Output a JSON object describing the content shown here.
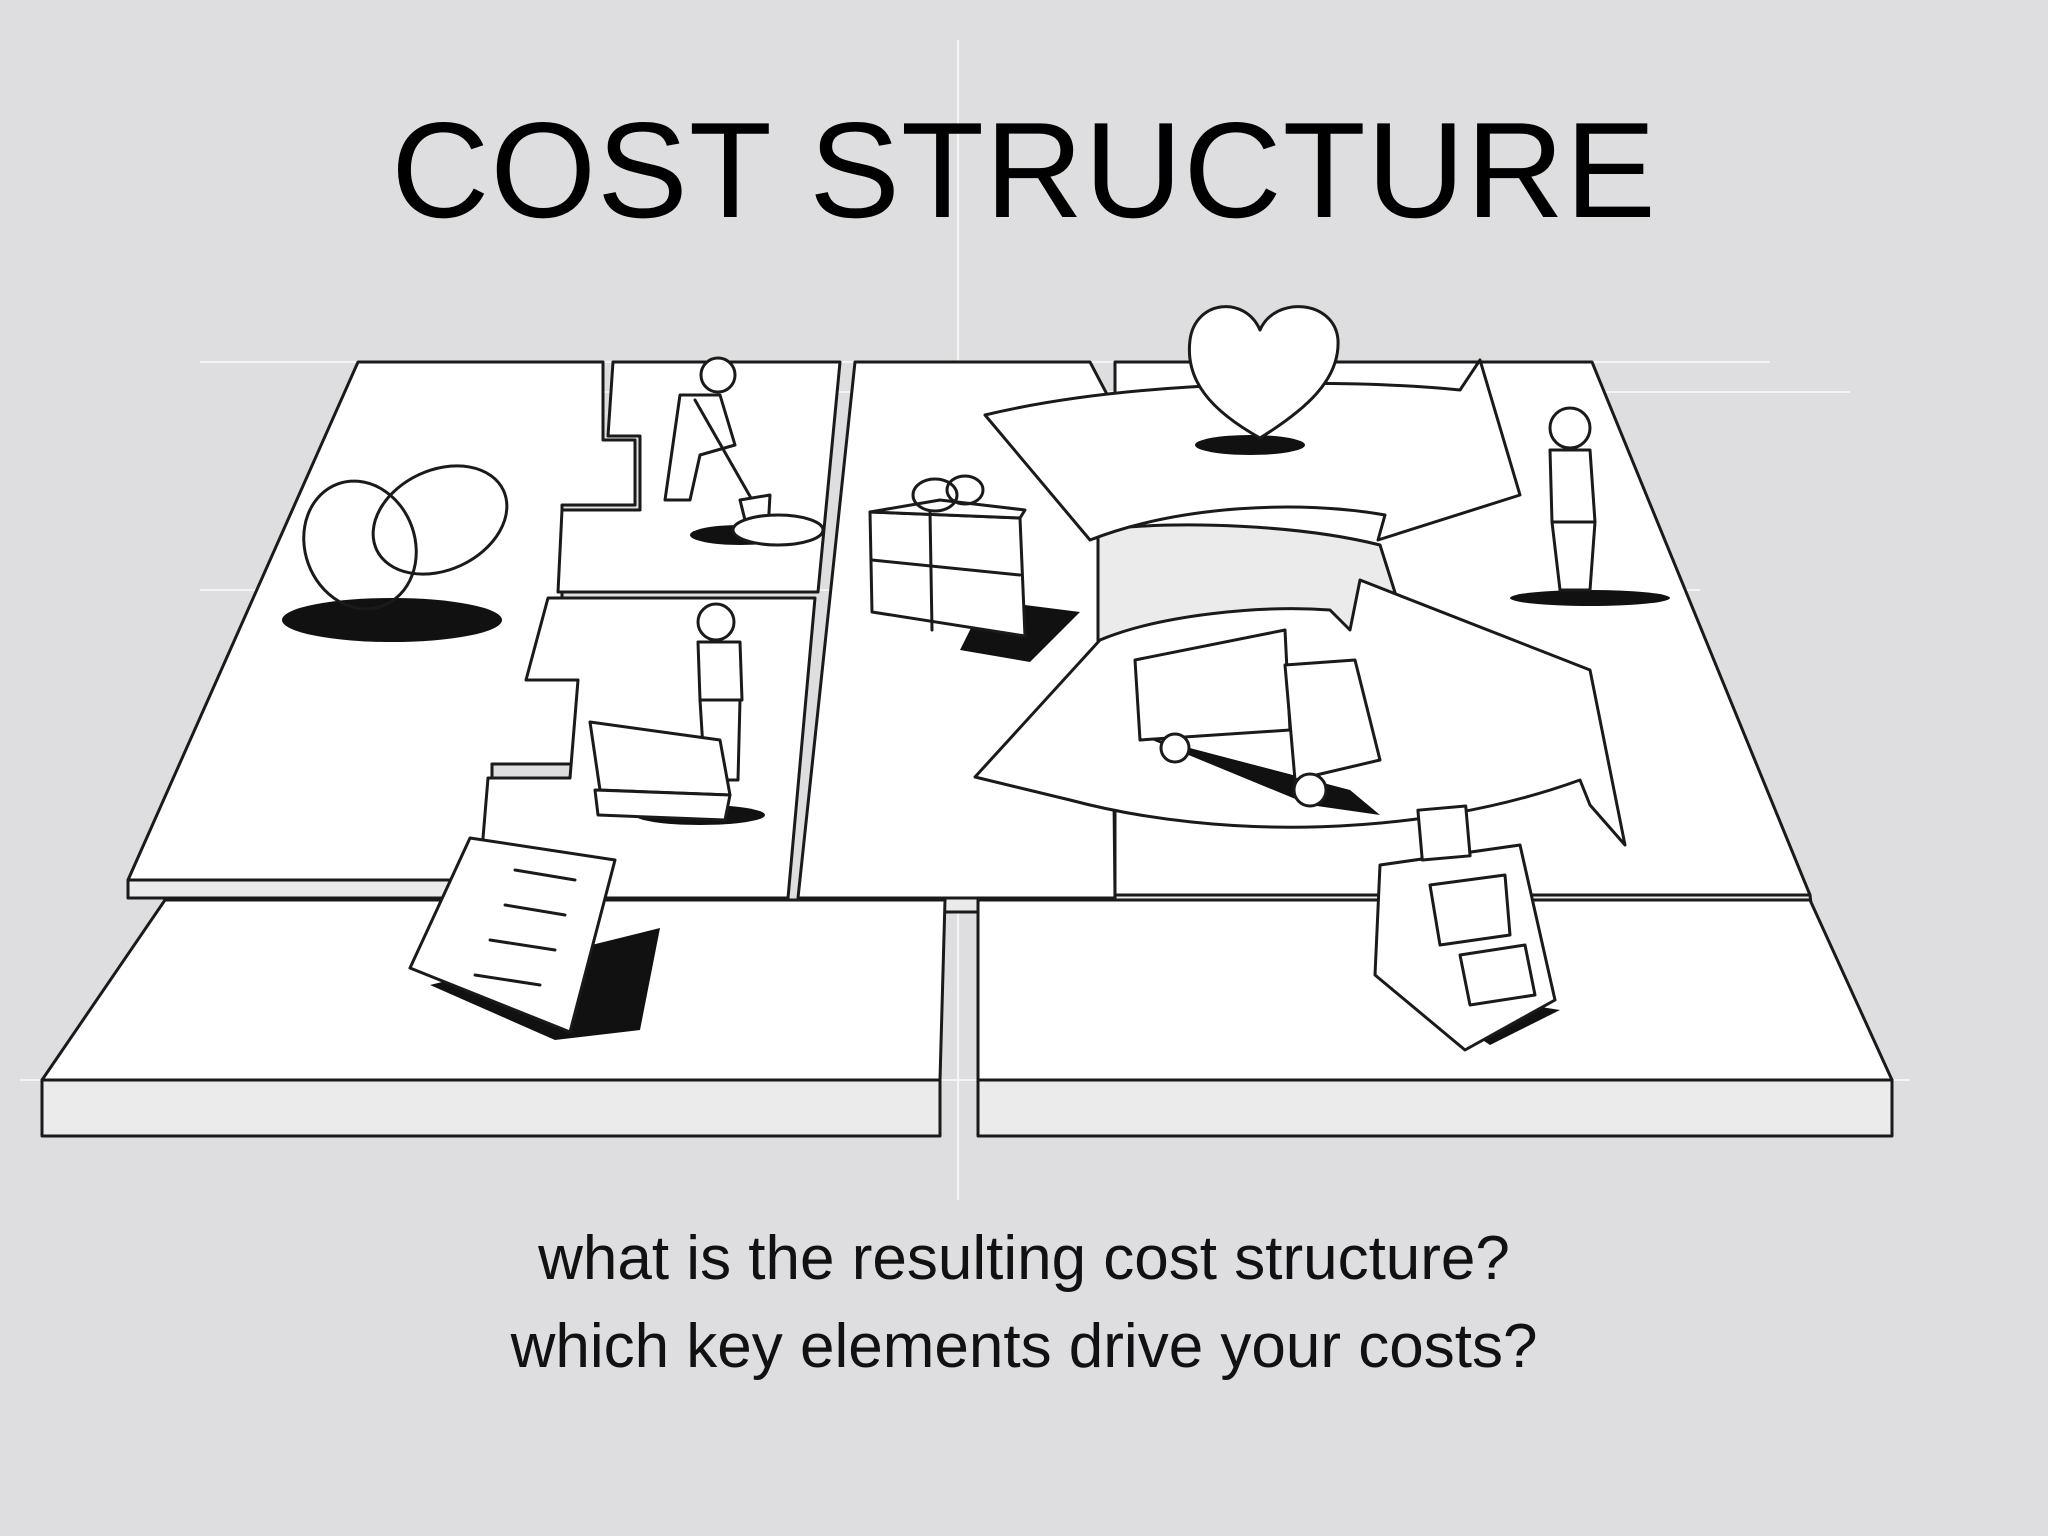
{
  "slide": {
    "title": "COST STRUCTURE",
    "questions": [
      "what is the resulting cost structure?",
      "which key elements drive your costs?"
    ]
  },
  "canvas": {
    "blocks": [
      {
        "key": "partners",
        "icon": "rings-icon"
      },
      {
        "key": "activities",
        "icon": "digging-person-icon"
      },
      {
        "key": "resources",
        "icon": "person-with-machine-icon"
      },
      {
        "key": "value-proposition",
        "icon": "gift-box-icon"
      },
      {
        "key": "relationships",
        "icon": "heart-icon"
      },
      {
        "key": "channels",
        "icon": "truck-icon"
      },
      {
        "key": "segments",
        "icon": "standing-person-icon"
      },
      {
        "key": "cost-structure",
        "icon": "invoice-icon"
      },
      {
        "key": "revenue-streams",
        "icon": "cash-register-icon"
      }
    ],
    "colors": {
      "background": "#dedddf",
      "fill": "#ffffff",
      "stroke": "#1a1a1a",
      "shadow": "#111111"
    }
  }
}
